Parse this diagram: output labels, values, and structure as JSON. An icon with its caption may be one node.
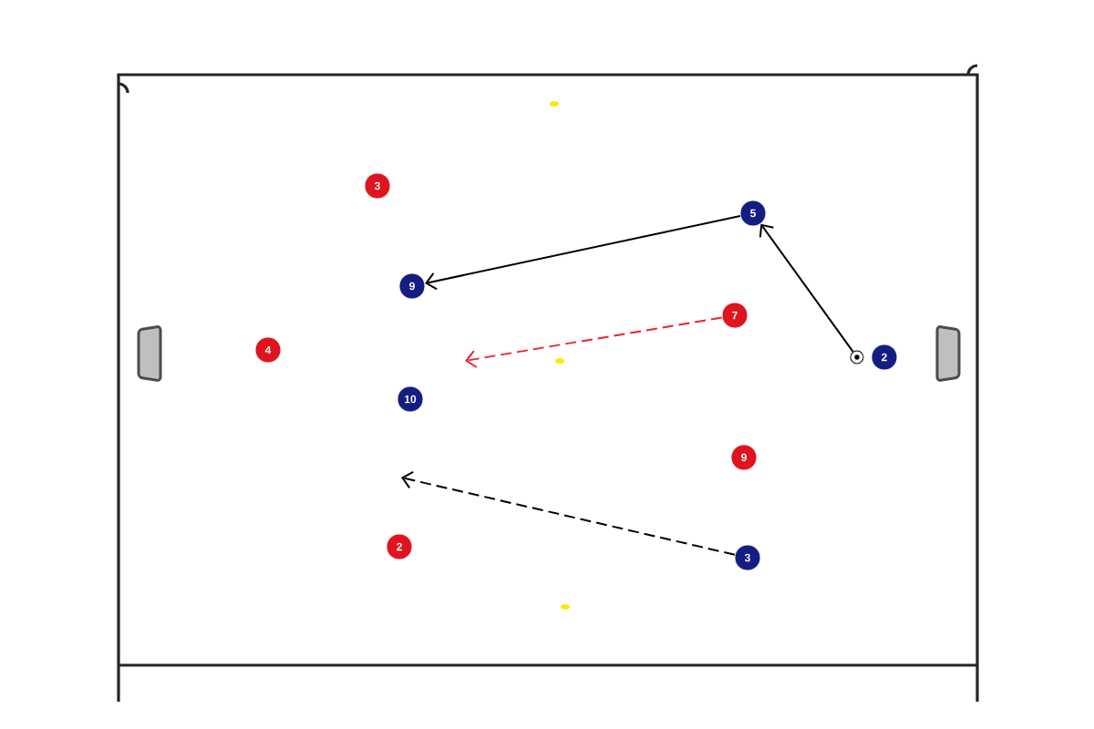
{
  "diagram": {
    "nodes": [
      {
        "text": [
          "3"
        ]
      },
      {
        "text": [
          "5"
        ]
      },
      {
        "text": [
          "9"
        ]
      },
      {
        "text": [
          "7"
        ]
      },
      {
        "text": [
          "4"
        ]
      },
      {
        "text": [],
        "shape": "circle"
      },
      {
        "text": [
          "2"
        ]
      },
      {
        "text": [
          "10"
        ]
      },
      {
        "text": [
          "9"
        ]
      },
      {
        "text": [
          "2"
        ]
      },
      {
        "text": [
          "3"
        ]
      }
    ],
    "edges": [
      {
        "from": 1,
        "to": 2,
        "arrow": "to"
      },
      {
        "from": 5,
        "to": 1,
        "arrow": "to"
      },
      {
        "from": 3,
        "to": null,
        "arrow": "to",
        "style": "dashed",
        "color": "#e8262a"
      },
      {
        "from": 10,
        "to": null,
        "arrow": "to",
        "style": "dashed"
      }
    ]
  }
}
